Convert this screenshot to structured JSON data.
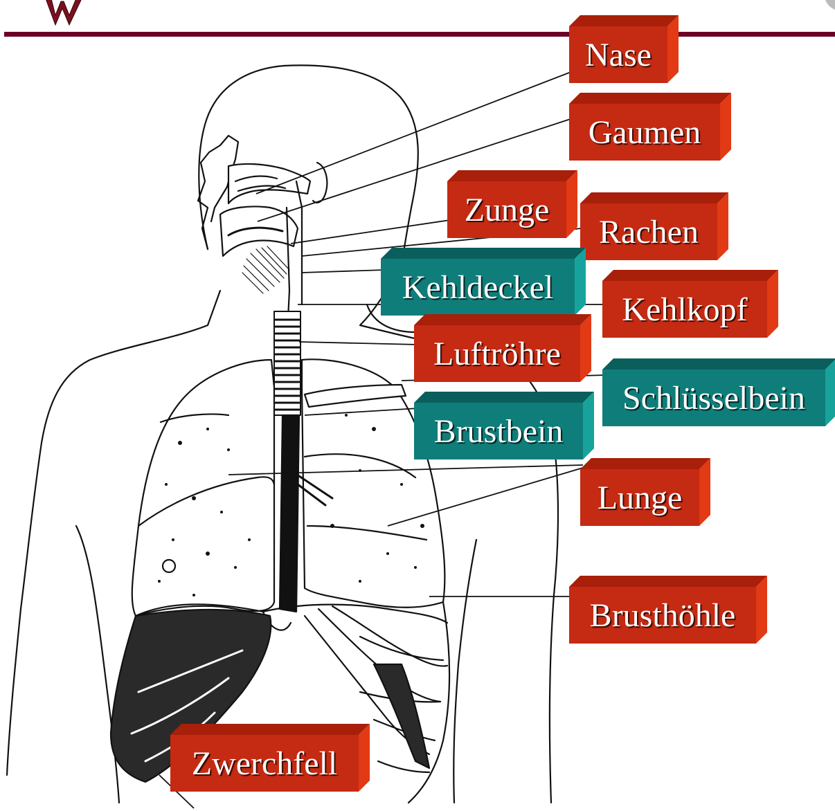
{
  "colors": {
    "header_rule": "#6b0026",
    "label_red_front": "#c52a12",
    "label_red_top": "#a81f0a",
    "label_red_side": "#e13a14",
    "label_teal_front": "#0f7e7a",
    "label_teal_top": "#0a5f5c",
    "label_teal_side": "#17a39c",
    "outline": "#111111"
  },
  "labels": [
    {
      "id": "nase",
      "text": "Nase",
      "color": "red"
    },
    {
      "id": "gaumen",
      "text": "Gaumen",
      "color": "red"
    },
    {
      "id": "zunge",
      "text": "Zunge",
      "color": "red"
    },
    {
      "id": "rachen",
      "text": "Rachen",
      "color": "red"
    },
    {
      "id": "kehldeckel",
      "text": "Kehldeckel",
      "color": "teal"
    },
    {
      "id": "kehlkopf",
      "text": "Kehlkopf",
      "color": "red"
    },
    {
      "id": "luftroehre",
      "text": "Luftröhre",
      "color": "red"
    },
    {
      "id": "schluesselbein",
      "text": "Schlüsselbein",
      "color": "teal"
    },
    {
      "id": "brustbein",
      "text": "Brustbein",
      "color": "teal"
    },
    {
      "id": "lunge",
      "text": "Lunge",
      "color": "red"
    },
    {
      "id": "brusthoehle",
      "text": "Brusthöhle",
      "color": "red"
    },
    {
      "id": "zwerchfell",
      "text": "Zwerchfell",
      "color": "red"
    }
  ]
}
